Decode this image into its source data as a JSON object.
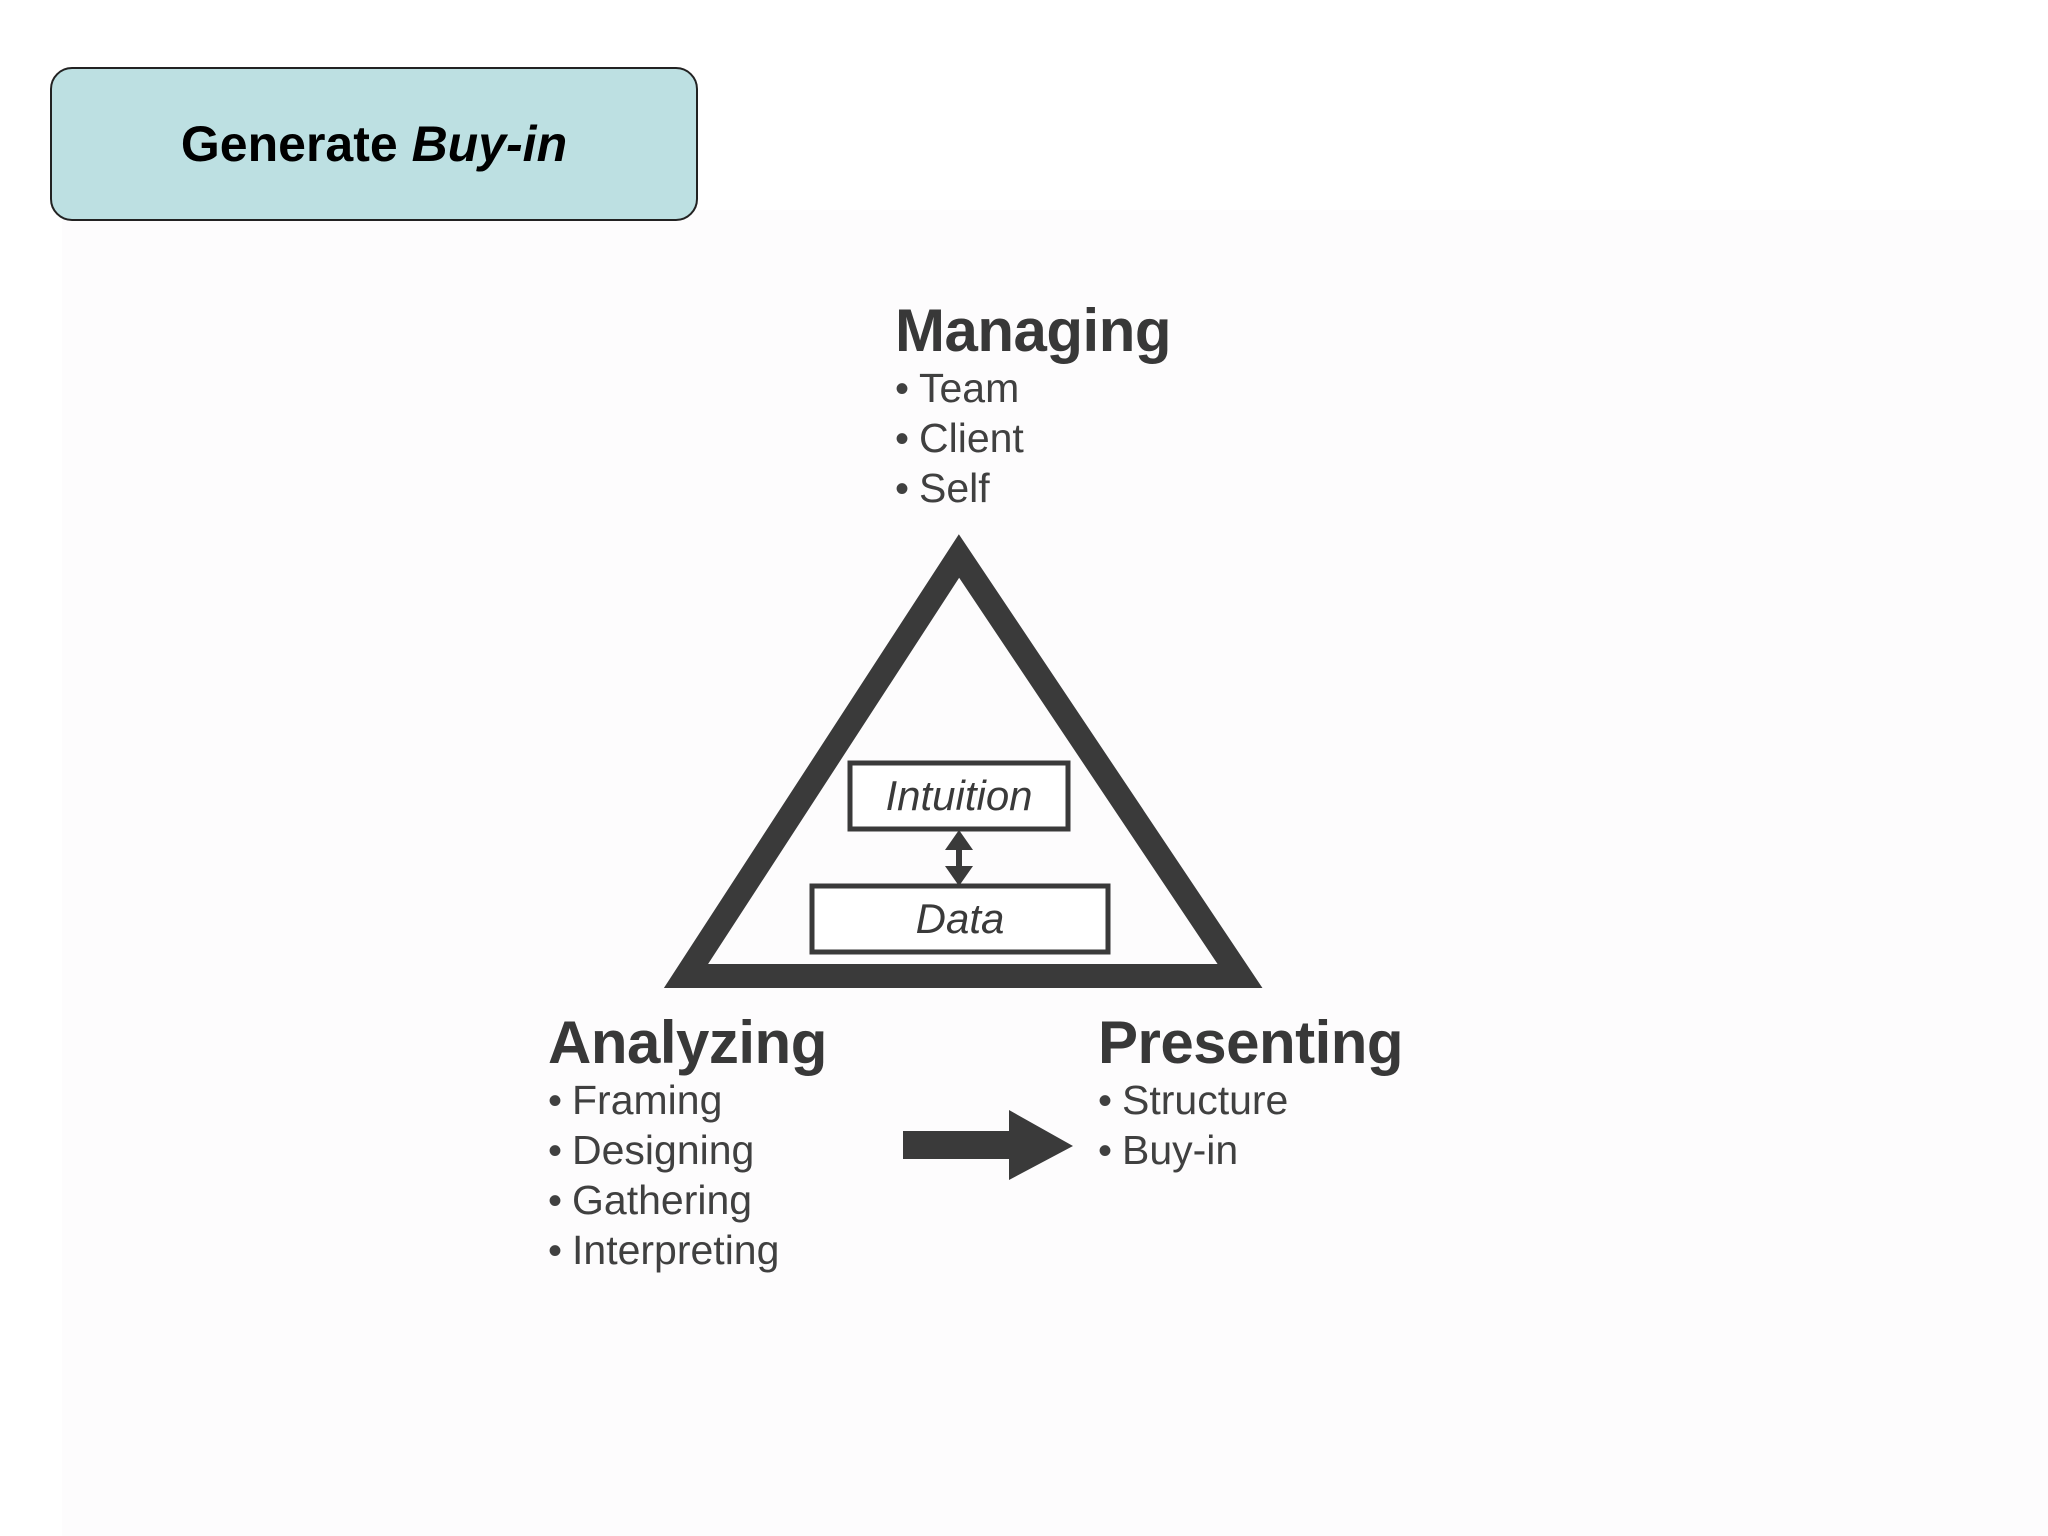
{
  "title": {
    "prefix": "Generate ",
    "emphasis": "Buy-in"
  },
  "diagram": {
    "managing": {
      "title": "Managing",
      "items": [
        "Team",
        "Client",
        "Self"
      ]
    },
    "analyzing": {
      "title": "Analyzing",
      "items": [
        "Framing",
        "Designing",
        "Gathering",
        "Interpreting"
      ]
    },
    "presenting": {
      "title": "Presenting",
      "items": [
        "Structure",
        "Buy-in"
      ]
    },
    "center": {
      "top_box": "Intuition",
      "bottom_box": "Data"
    },
    "bullet_glyph": "•"
  },
  "colors": {
    "title_fill": "#bde0e2",
    "diagram_ink": "#3a3a3a"
  }
}
